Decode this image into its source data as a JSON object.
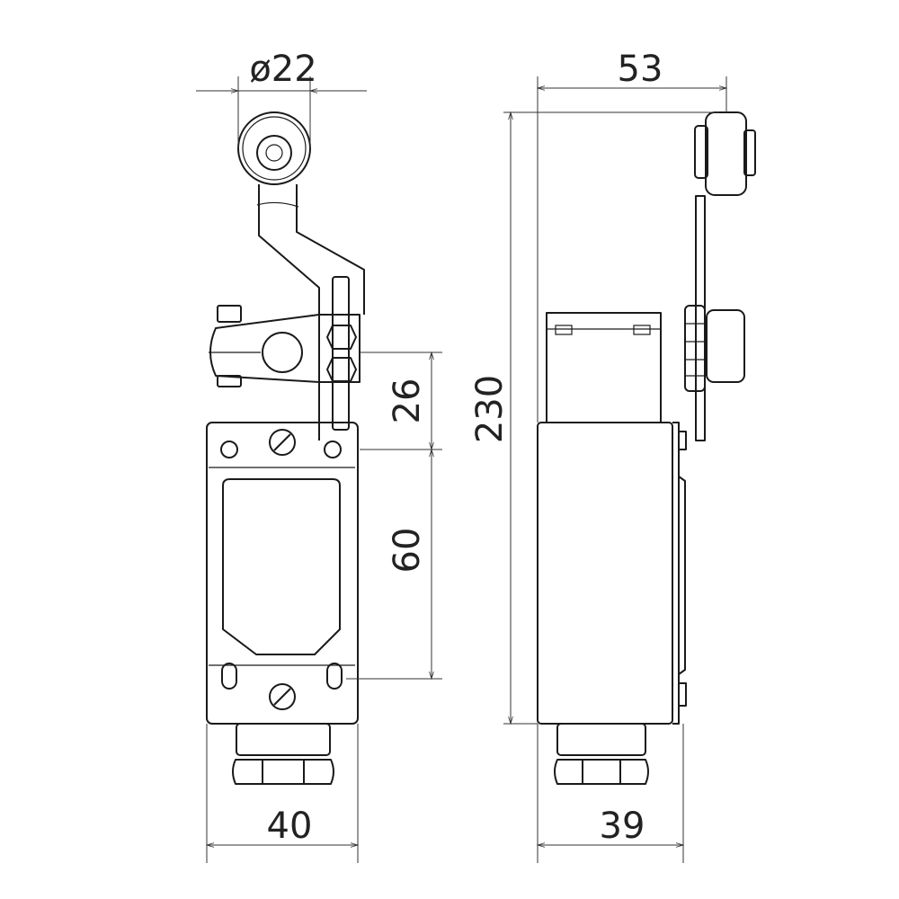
{
  "dimensions": {
    "roller_diameter": "ø22",
    "lever_reach": "53",
    "clamp_height": "26",
    "total_height": "230",
    "mounting_spacing": "60",
    "front_width": "40",
    "side_depth": "39"
  },
  "colors": {
    "line": "#1a1a1a",
    "background": "#ffffff"
  }
}
